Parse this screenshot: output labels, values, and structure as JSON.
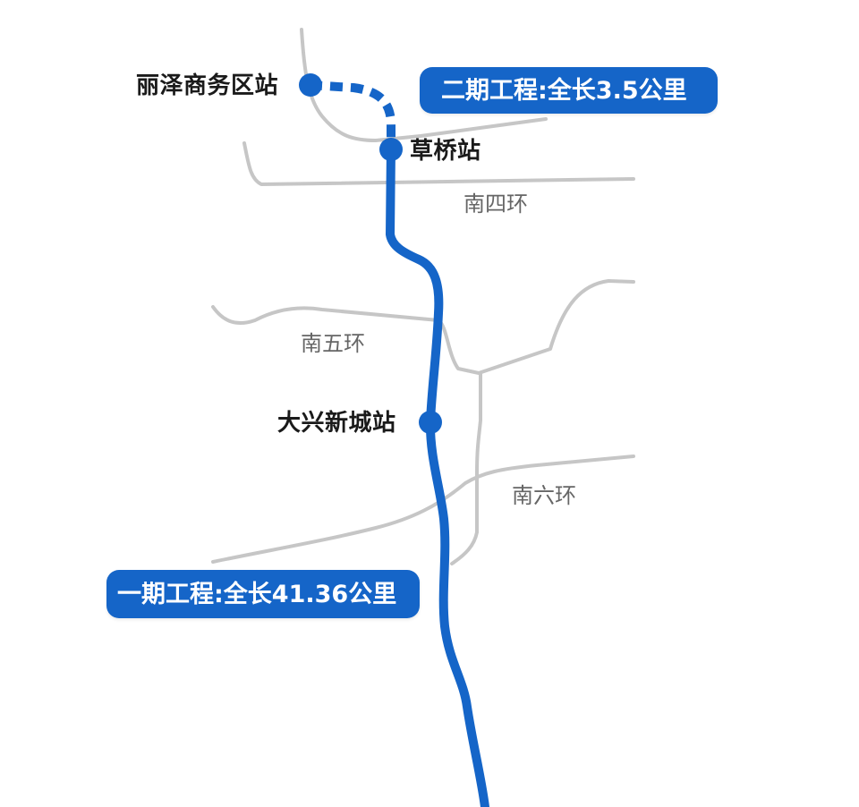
{
  "map": {
    "line_color": "#1565c8",
    "road_color": "#c4c4c4",
    "stations": [
      {
        "name": "丽泽商务区站",
        "type": "terminal-phase2"
      },
      {
        "name": "草桥站",
        "type": "interchange"
      },
      {
        "name": "大兴新城站",
        "type": "station"
      }
    ],
    "roads": [
      {
        "name": "南四环"
      },
      {
        "name": "南五环"
      },
      {
        "name": "南六环"
      }
    ],
    "badges": {
      "phase2": "二期工程:全长3.5公里",
      "phase1": "一期工程:全长41.36公里"
    }
  }
}
